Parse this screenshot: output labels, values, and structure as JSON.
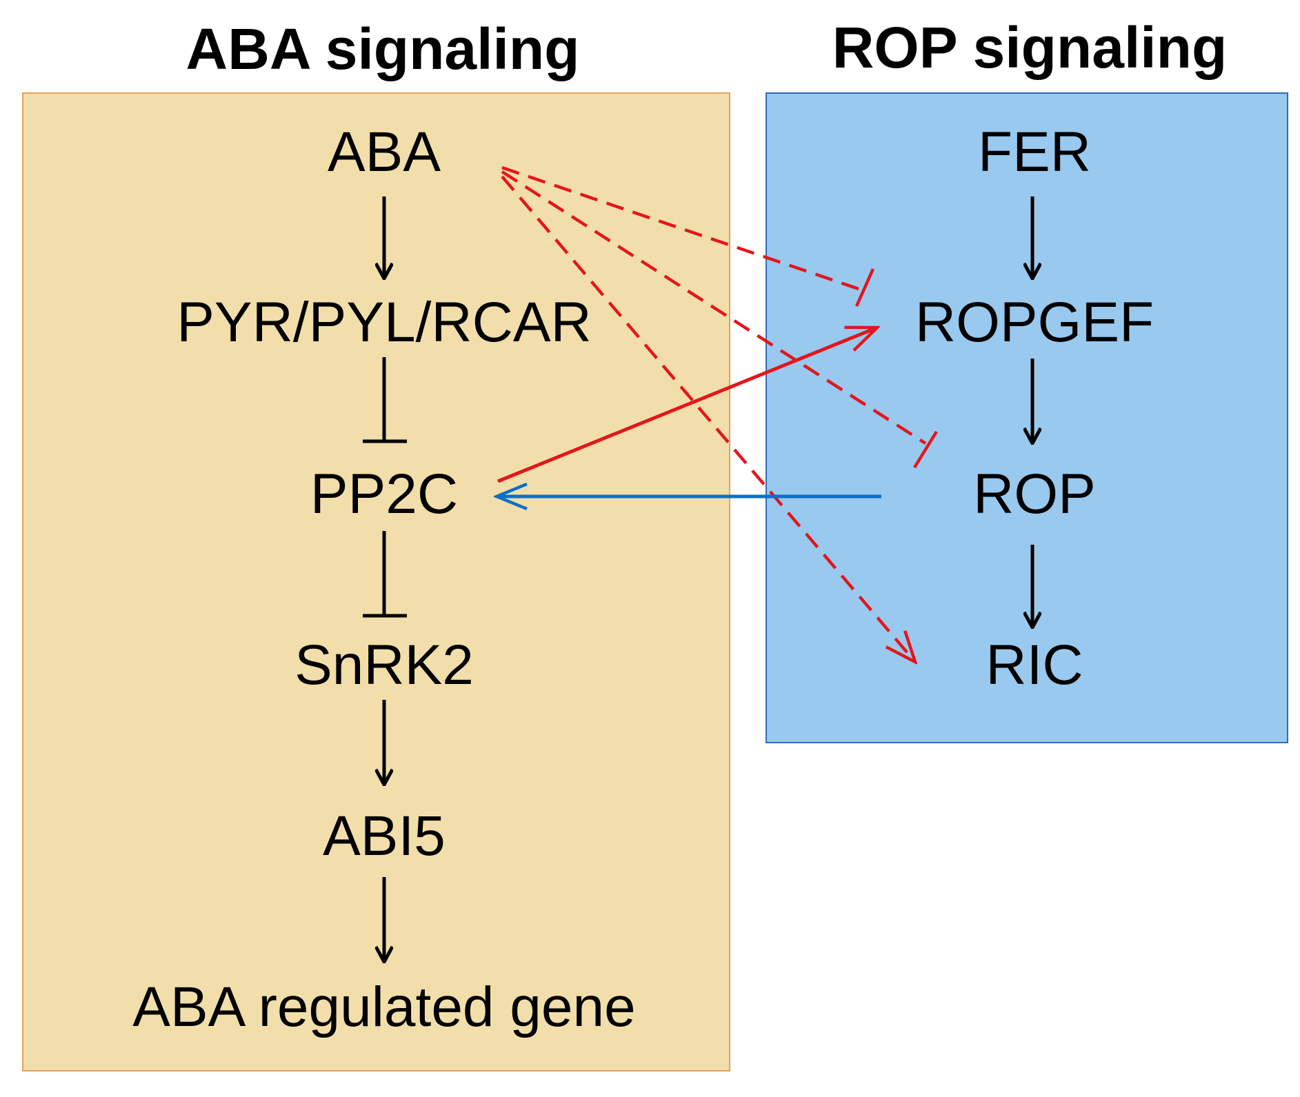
{
  "colors": {
    "aba_box_fill": "#f2deaa",
    "aba_box_stroke": "#e3a15a",
    "rop_box_fill": "#99c9ee",
    "rop_box_stroke": "#2d6db5",
    "black_arrow": "#000000",
    "red_arrow": "#e3161c",
    "blue_arrow": "#0b6fc7"
  },
  "aba_panel": {
    "title": "ABA signaling",
    "nodes": {
      "aba": "ABA",
      "pyr": "PYR/PYL/RCAR",
      "pp2c": "PP2C",
      "snrk2": "SnRK2",
      "abi5": "ABI5",
      "gene": "ABA regulated gene"
    }
  },
  "rop_panel": {
    "title": "ROP signaling",
    "nodes": {
      "fer": "FER",
      "ropgef": "ROPGEF",
      "rop": "ROP",
      "ric": "RIC"
    }
  },
  "edges": [
    {
      "from": "ABA",
      "to": "PYR/PYL/RCAR",
      "type": "activation",
      "style": "solid",
      "color": "black"
    },
    {
      "from": "PYR/PYL/RCAR",
      "to": "PP2C",
      "type": "inhibition",
      "style": "solid",
      "color": "black"
    },
    {
      "from": "PP2C",
      "to": "SnRK2",
      "type": "inhibition",
      "style": "solid",
      "color": "black"
    },
    {
      "from": "SnRK2",
      "to": "ABI5",
      "type": "activation",
      "style": "solid",
      "color": "black"
    },
    {
      "from": "ABI5",
      "to": "ABA regulated gene",
      "type": "activation",
      "style": "solid",
      "color": "black"
    },
    {
      "from": "FER",
      "to": "ROPGEF",
      "type": "activation",
      "style": "solid",
      "color": "black"
    },
    {
      "from": "ROPGEF",
      "to": "ROP",
      "type": "activation",
      "style": "solid",
      "color": "black"
    },
    {
      "from": "ROP",
      "to": "RIC",
      "type": "activation",
      "style": "solid",
      "color": "black"
    },
    {
      "from": "ABA",
      "to": "ROPGEF",
      "type": "inhibition",
      "style": "dashed",
      "color": "red"
    },
    {
      "from": "ABA",
      "to": "ROP",
      "type": "inhibition",
      "style": "dashed",
      "color": "red"
    },
    {
      "from": "ABA",
      "to": "RIC",
      "type": "activation",
      "style": "dashed",
      "color": "red"
    },
    {
      "from": "PP2C",
      "to": "ROPGEF",
      "type": "activation",
      "style": "solid",
      "color": "red"
    },
    {
      "from": "ROP",
      "to": "PP2C",
      "type": "activation",
      "style": "solid",
      "color": "blue"
    }
  ]
}
